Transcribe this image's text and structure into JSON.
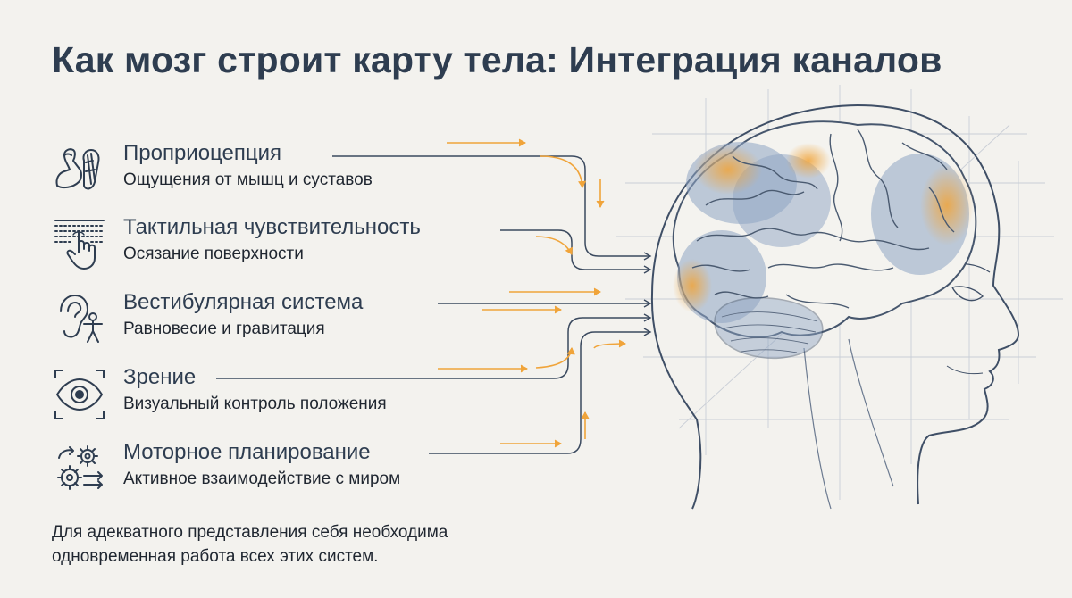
{
  "title": "Как мозг строит карту тела: Интеграция каналов",
  "channels": [
    {
      "name": "Проприоцепция",
      "desc": "Ощущения от мышц и суставов",
      "icon": "flexed-arm-muscle-icon"
    },
    {
      "name": "Тактильная чувствительность",
      "desc": "Осязание поверхности",
      "icon": "hand-touching-surface-icon"
    },
    {
      "name": "Вестибулярная система",
      "desc": "Равновесие и гравитация",
      "icon": "ear-balance-figure-icon"
    },
    {
      "name": "Зрение",
      "desc": "Визуальный контроль положения",
      "icon": "eye-focus-icon"
    },
    {
      "name": "Моторное планирование",
      "desc": "Активное взаимодействие с миром",
      "icon": "gears-arrows-icon"
    }
  ],
  "footer": {
    "line1": "Для адекватного представления себя необходима",
    "line2": "одновременная работа всех этих систем."
  },
  "colors": {
    "ink": "#2e3d50",
    "accent": "#f0a43a",
    "brain_region": "#8ea4c3",
    "background": "#f3f2ee"
  }
}
